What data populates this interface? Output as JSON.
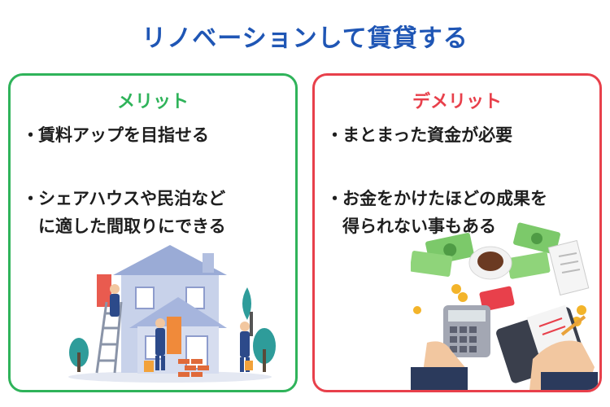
{
  "title": "リノベーションして賃貸する",
  "merit": {
    "heading": "メリット",
    "items": [
      {
        "line1": "賃料アップを目指せる"
      },
      {
        "line1": "シェアハウスや民泊など",
        "line2": "に適した間取りにできる"
      }
    ]
  },
  "demerit": {
    "heading": "デメリット",
    "items": [
      {
        "line1": "まとまった資金が必要"
      },
      {
        "line1": "お金をかけたほどの成果を",
        "line2": "得られない事もある"
      }
    ]
  },
  "bullet_mark": "・",
  "colors": {
    "title": "#1f56b5",
    "merit": "#2fb35a",
    "demerit": "#e8404b"
  }
}
